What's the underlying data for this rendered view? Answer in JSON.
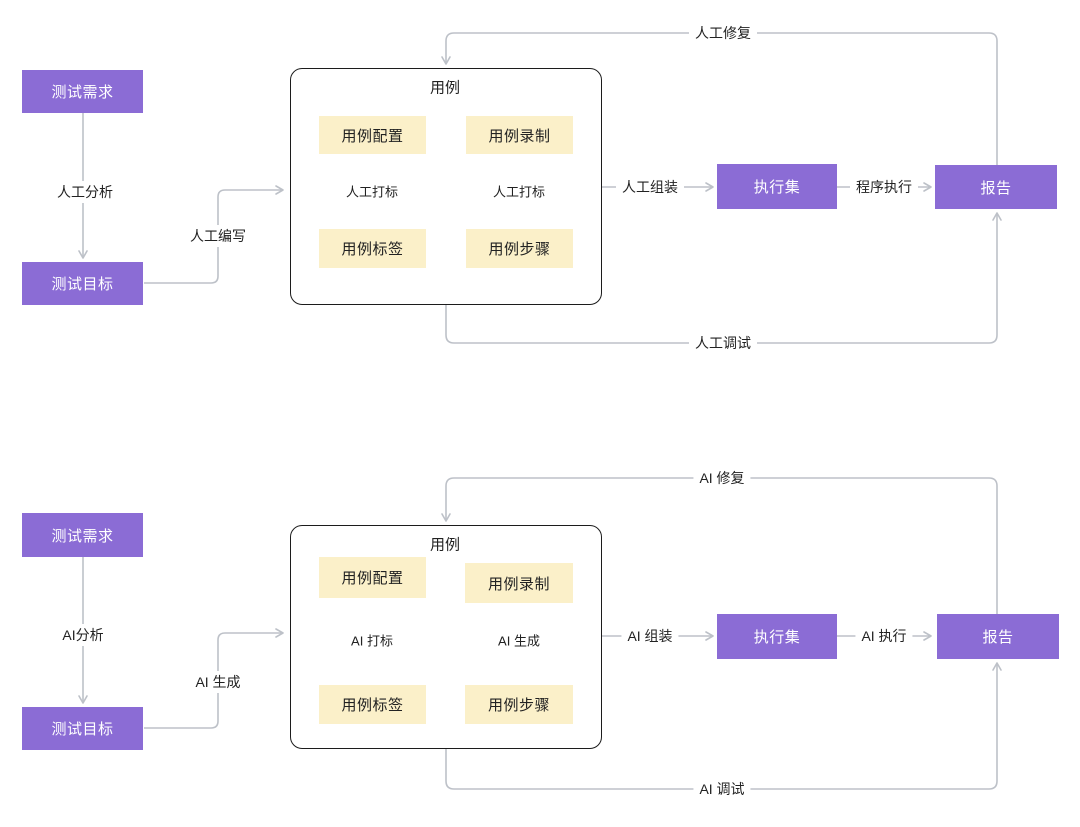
{
  "colors": {
    "purple": "#8B6CD5",
    "yellow": "#FBF0C9",
    "line_gray": "#BDC1C8",
    "line_black": "#1C1C1C",
    "text_dark": "#222222",
    "node_text_light": "#FFFFFF"
  },
  "diagrams": [
    {
      "variant": "manual",
      "nodes": {
        "requirements": "测试需求",
        "goal": "测试目标",
        "container_title": "用例",
        "config": "用例配置",
        "record": "用例录制",
        "tag": "用例标签",
        "step": "用例步骤",
        "execution_set": "执行集",
        "report": "报告"
      },
      "edges": {
        "analyze": "人工分析",
        "write": "人工编写",
        "mark_left": "人工打标",
        "mark_right": "人工打标",
        "assemble": "人工组装",
        "execute": "程序执行",
        "repair": "人工修复",
        "debug": "人工调试"
      }
    },
    {
      "variant": "ai",
      "nodes": {
        "requirements": "测试需求",
        "goal": "测试目标",
        "container_title": "用例",
        "config": "用例配置",
        "record": "用例录制",
        "tag": "用例标签",
        "step": "用例步骤",
        "execution_set": "执行集",
        "report": "报告"
      },
      "edges": {
        "analyze": "AI分析",
        "write": "AI 生成",
        "mark_left": "AI 打标",
        "mark_right": "AI 生成",
        "assemble": "AI 组装",
        "execute": "AI 执行",
        "repair": "AI 修复",
        "debug": "AI 调试"
      }
    }
  ]
}
